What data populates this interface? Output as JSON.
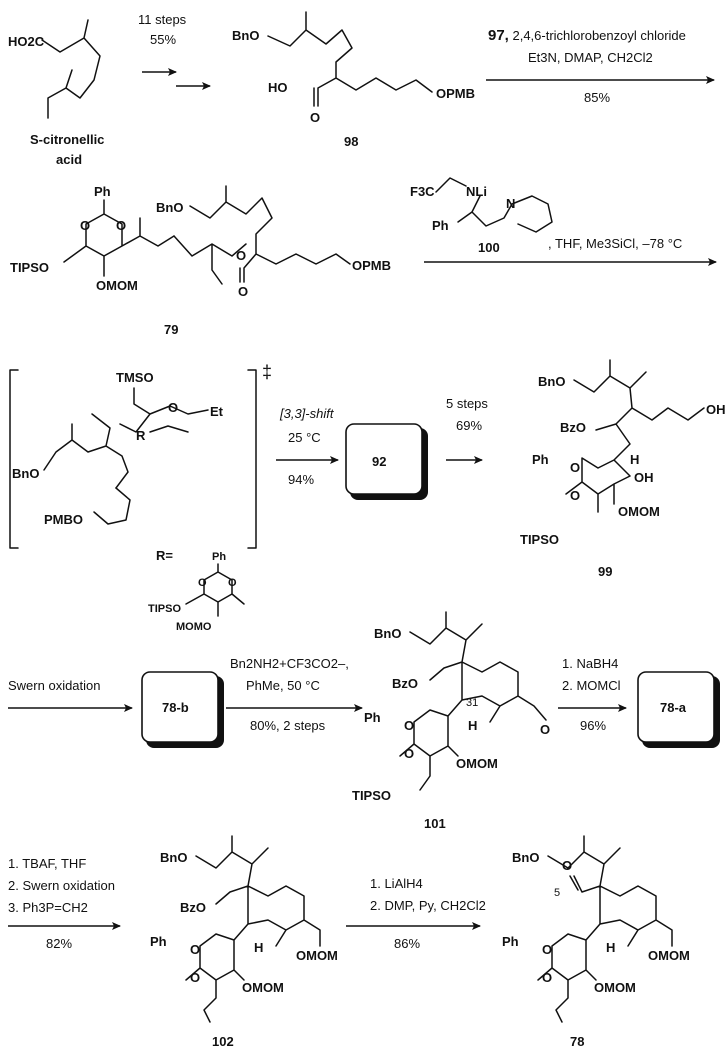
{
  "reagents": {
    "r1": "11 steps",
    "r1b": "55%",
    "r2a": "97,",
    "r2b": " 2,4,6-trichlorobenzoyl chloride",
    "r2c": "Et3N, DMAP, CH2Cl2",
    "r2d": "85%",
    "r3": ", THF, Me3SiCl, –78 °C",
    "r4a": "[3,3]-shift",
    "r4b": "25 °C",
    "r4c": "94%",
    "r5a": "5 steps",
    "r5b": "69%",
    "r6": "Swern oxidation",
    "r7a": "Bn2NH2+CF3CO2–,",
    "r7b": "PhMe, 50 °C",
    "r7c": "80%, 2 steps",
    "r8a": "1. NaBH4",
    "r8b": "2. MOMCl",
    "r8c": "96%",
    "r9a": "1. TBAF, THF",
    "r9b": "2. Swern oxidation",
    "r9c": "3. Ph3P=CH2",
    "r9d": "82%",
    "r10a": "1. LiAlH4",
    "r10b": "2. DMP, Py, CH2Cl2",
    "r10c": "86%"
  },
  "compounds": {
    "s_cit_1": "S-citronellic",
    "s_cit_2": "acid",
    "c98": "98",
    "c100": "100",
    "c79": "79",
    "c92": "92",
    "c99": "99",
    "c78b": "78-b",
    "c101": "101",
    "c78a": "78-a",
    "c102": "102",
    "c78": "78"
  },
  "atoms": {
    "ho2c": "HO2C",
    "bno": "BnO",
    "ho": "HO",
    "o": "O",
    "opmb": "OPMB",
    "f3c": "F3C",
    "nli": "NLi",
    "n": "N",
    "ph": "Ph",
    "tipso": "TIPSO",
    "omom": "OMOM",
    "tmso": "TMSO",
    "et": "Et",
    "r": "R",
    "r_eq": "R=",
    "pmbo": "PMBO",
    "momo": "MOMO",
    "bzo": "BzO",
    "oh": "OH",
    "h": "H",
    "dagger": "‡",
    "n31": "31",
    "n5": "5"
  }
}
